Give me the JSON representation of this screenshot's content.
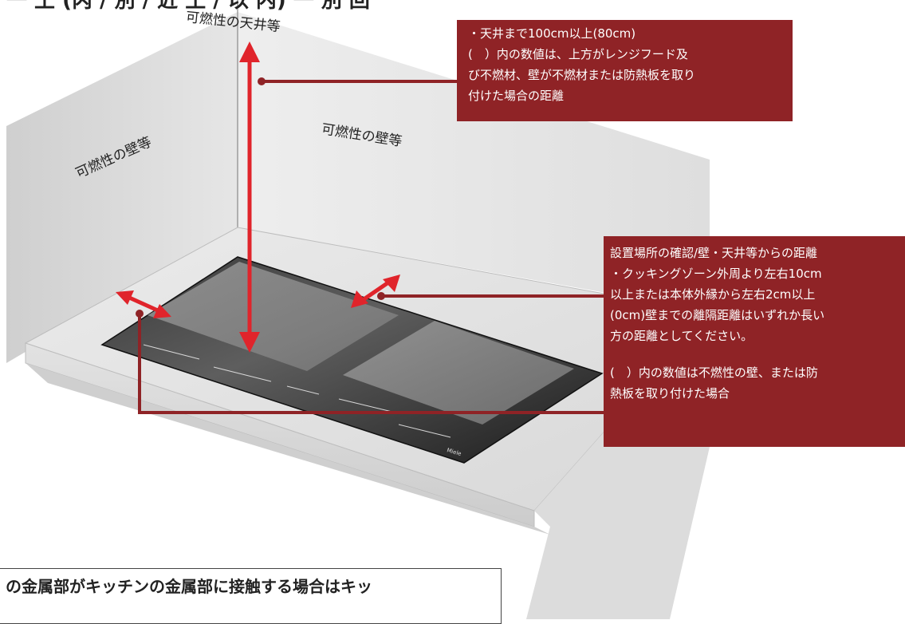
{
  "header": {
    "title": "一 土 (丙 / 別 / 近 土 / 以 内) 一 別 回"
  },
  "labels": {
    "ceiling": "可燃性の天井等",
    "wall_left": "可燃性の壁等",
    "wall_right": "可燃性の壁等"
  },
  "callout_top": {
    "line1": "・天井まで100cm以上(80cm)",
    "line2": "(　）内の数値は、上方がレンジフード及",
    "line3": "び不燃材、壁が不燃材または防熱板を取り",
    "line4": "付けた場合の距離"
  },
  "callout_right": {
    "line1": "設置場所の確認/壁・天井等からの距離",
    "line2": "・クッキングゾーン外周より左右10cm",
    "line3": "以上または本体外縁から左右2cm以上",
    "line4": "(0cm)壁までの離隔距離はいずれか長い",
    "line5": "方の距離としてください。",
    "line6": "(　）内の数値は不燃性の壁、または防",
    "line7": "熱板を取り付けた場合"
  },
  "bottom_note": {
    "text": "の金属部がキッチンの金属部に接触する場合はキッ"
  },
  "cooktop_brand": "Miele",
  "colors": {
    "accent": "#8f2326",
    "arrow": "#e0242b",
    "glass": "#2b2b2b"
  }
}
